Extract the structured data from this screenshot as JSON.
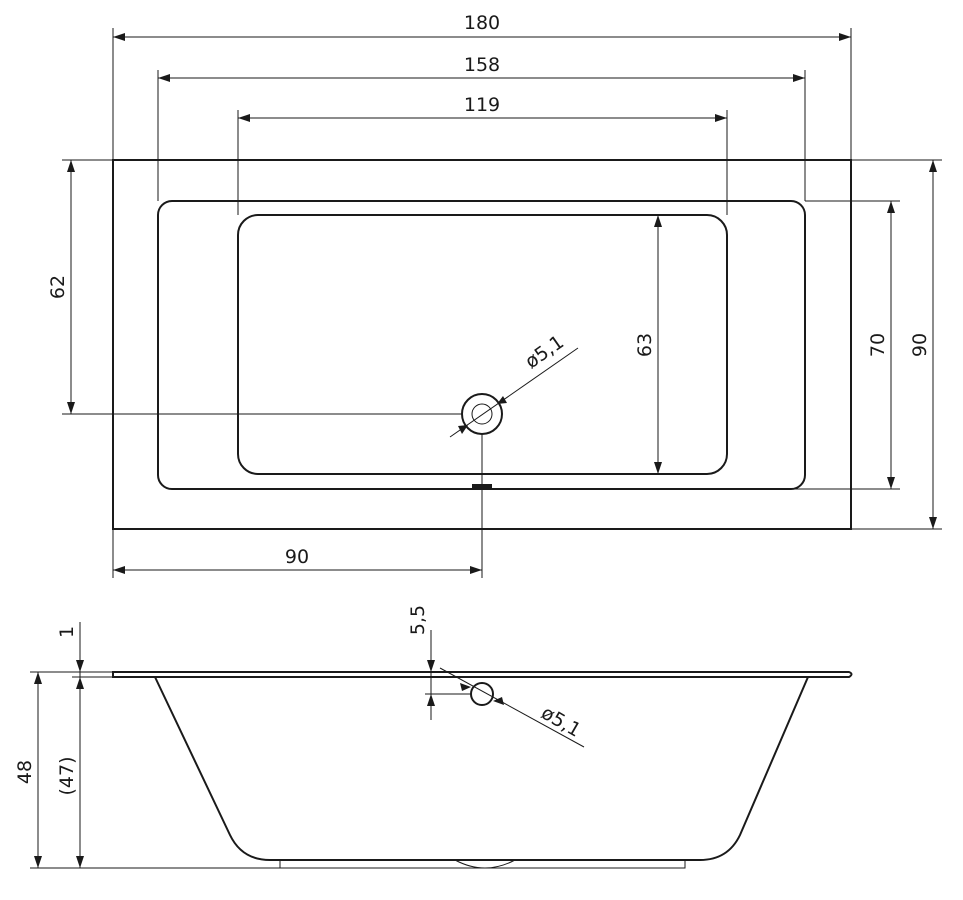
{
  "plan_view": {
    "overall_length": "180",
    "rim_length": "158",
    "bottom_length": "119",
    "drain_offset_from_left": "90",
    "drain_offset_from_top": "62",
    "bottom_width": "63",
    "rim_width": "70",
    "overall_width": "90",
    "drain_diameter": "ø5,1"
  },
  "side_view": {
    "rim_thickness": "1",
    "overflow_depth": "5,5",
    "overall_height": "48",
    "inner_depth": "(47)",
    "overflow_diameter": "ø5,1"
  },
  "colors": {
    "line": "#1a1a1a",
    "background": "#ffffff"
  }
}
